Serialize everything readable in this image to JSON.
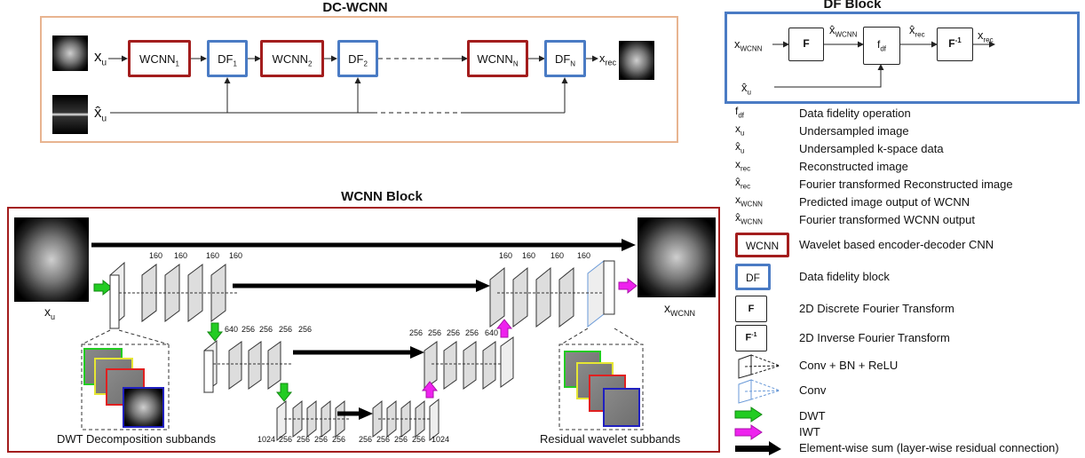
{
  "dcwcnn": {
    "title": "DC-WCNN",
    "x_u": "x",
    "x_u_sub": "u",
    "xhat_u": "x̂",
    "xhat_u_sub": "u",
    "wcnn1": "WCNN",
    "wcnn1_sub": "1",
    "df1": "DF",
    "df1_sub": "1",
    "wcnn2": "WCNN",
    "wcnn2_sub": "2",
    "df2": "DF",
    "df2_sub": "2",
    "wcnnN": "WCNN",
    "wcnnN_sub": "N",
    "dfN": "DF",
    "dfN_sub": "N",
    "x_rec": "x",
    "x_rec_sub": "rec"
  },
  "dfblock": {
    "title": "DF Block",
    "x_wcnn": "x",
    "x_wcnn_sub": "WCNN",
    "F": "F",
    "xhat_wcnn": "x̂",
    "xhat_wcnn_sub": "WCNN",
    "fdf": "f",
    "fdf_sub": "df",
    "xhat_rec": "x̂",
    "xhat_rec_sub": "rec",
    "Finv": "F",
    "Finv_sup": "-1",
    "x_rec": "x",
    "x_rec_sub": "rec",
    "xhat_u": "x̂",
    "xhat_u_sub": "u"
  },
  "legend": [
    {
      "sym": "f",
      "sub": "df",
      "text": "Data fidelity operation"
    },
    {
      "sym": "x",
      "sub": "u",
      "text": "Undersampled image"
    },
    {
      "sym": "x̂",
      "sub": "u",
      "text": "Undersampled k-space data"
    },
    {
      "sym": "x",
      "sub": "rec",
      "text": "Reconstructed image"
    },
    {
      "sym": "x̂",
      "sub": "rec",
      "text": "Fourier transformed Reconstructed image"
    },
    {
      "sym": "x",
      "sub": "WCNN",
      "text": "Predicted image output of WCNN"
    },
    {
      "sym": "x̂",
      "sub": "WCNN",
      "text": "Fourier transformed WCNN output"
    }
  ],
  "legend_boxes": {
    "wcnn_label": "WCNN",
    "wcnn_text": "Wavelet based encoder-decoder CNN",
    "df_label": "DF",
    "df_text": "Data fidelity block",
    "f_label": "F",
    "f_text": "2D Discrete Fourier Transform",
    "finv_label": "F",
    "finv_sup": "-1",
    "finv_text": "2D Inverse Fourier Transform",
    "conv_bn_text": "Conv + BN + ReLU",
    "conv_text": "Conv",
    "dwt_text": "DWT",
    "iwt_text": "IWT",
    "sum_text": "Element-wise sum (layer-wise residual connection)"
  },
  "wcnnblock": {
    "title": "WCNN Block",
    "x_u": "x",
    "x_u_sub": "u",
    "x_wcnn": "x",
    "x_wcnn_sub": "WCNN",
    "enc1": [
      "160",
      "160",
      "160",
      "160"
    ],
    "dec1": [
      "160",
      "160",
      "160",
      "160"
    ],
    "enc2_640": "640",
    "enc2": [
      "256",
      "256",
      "256",
      "256"
    ],
    "dec2": [
      "256",
      "256",
      "256",
      "256"
    ],
    "dec2_640": "640",
    "bottom": [
      "1024",
      "256",
      "256",
      "256",
      "256",
      "256",
      "256",
      "256",
      "256",
      "1024"
    ],
    "dwt_caption": "DWT Decomposition subbands",
    "res_caption": "Residual wavelet subbands"
  },
  "colors": {
    "wcnn_red": "#a31d1d",
    "df_blue": "#4a7bc4",
    "outer_tan": "#e8b490",
    "dwt_green": "#22cc22",
    "iwt_magenta": "#ee22ee",
    "sub_yellow": "#e6e633",
    "sub_red": "#e02020",
    "sub_blue": "#2020c0"
  }
}
